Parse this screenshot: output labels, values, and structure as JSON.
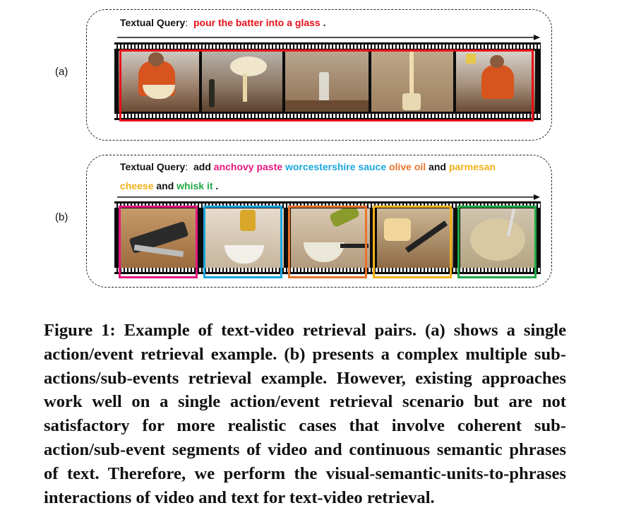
{
  "panel_a": {
    "label": "(a)",
    "query_prefix": "Textual Query",
    "query_sep": ":",
    "query_text": "pour the batter into a glass",
    "query_end": ".",
    "colors": {
      "query": "#e8101a",
      "box": "#e8101a"
    },
    "frame_icons": [
      "cook-mixing-bowl-image",
      "pouring-batter-image",
      "glass-on-board-image",
      "batter-stream-image",
      "cook-at-stove-image"
    ]
  },
  "panel_b": {
    "label": "(b)",
    "query_prefix": "Textual Query",
    "query_sep": ":",
    "query_lead": "add",
    "phrases": [
      {
        "text": "anchovy paste",
        "color": "#e4187f"
      },
      {
        "text": "worcestershire sauce",
        "color": "#1aa7e0"
      },
      {
        "text": "olive oil",
        "color": "#e8742a"
      },
      {
        "text": "parmesan",
        "color": "#f2b019"
      },
      {
        "text": "cheese",
        "color": "#f2b019"
      },
      {
        "text": "whisk it",
        "color": "#1fa846"
      }
    ],
    "query_and": "and",
    "query_end": ".",
    "frame_icons": [
      "anchovy-paste-tube-image",
      "sauce-pouring-image",
      "oil-pouring-image",
      "grating-cheese-image",
      "whisked-dressing-image"
    ]
  },
  "caption": {
    "text": "Figure 1: Example of text-video retrieval pairs. (a) shows a single action/event retrieval example. (b) presents a complex multiple sub-actions/sub-events retrieval example. However, existing approaches work well on a single action/event retrieval scenario but are not satisfactory for more realistic cases that involve coherent sub-action/sub-event segments of video and continuous semantic phrases of text. Therefore, we perform the visual-semantic-units-to-phrases interactions of video and text for text-video retrieval."
  }
}
